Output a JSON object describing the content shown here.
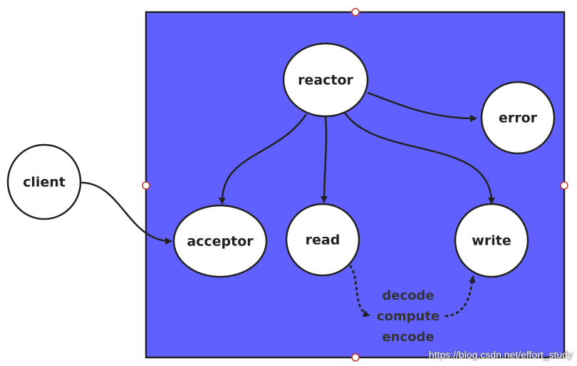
{
  "colors": {
    "container_fill": "#6060ff",
    "node_fill": "#ffffff",
    "stroke": "#222222",
    "handle_fill": "#ffffff",
    "handle_stroke": "#c0392b"
  },
  "nodes": {
    "reactor": "reactor",
    "error": "error",
    "client": "client",
    "acceptor": "acceptor",
    "read": "read",
    "write": "write"
  },
  "processing_steps": [
    "decode",
    "compute",
    "encode"
  ],
  "watermark": "https://blog.csdn.net/effort_study"
}
